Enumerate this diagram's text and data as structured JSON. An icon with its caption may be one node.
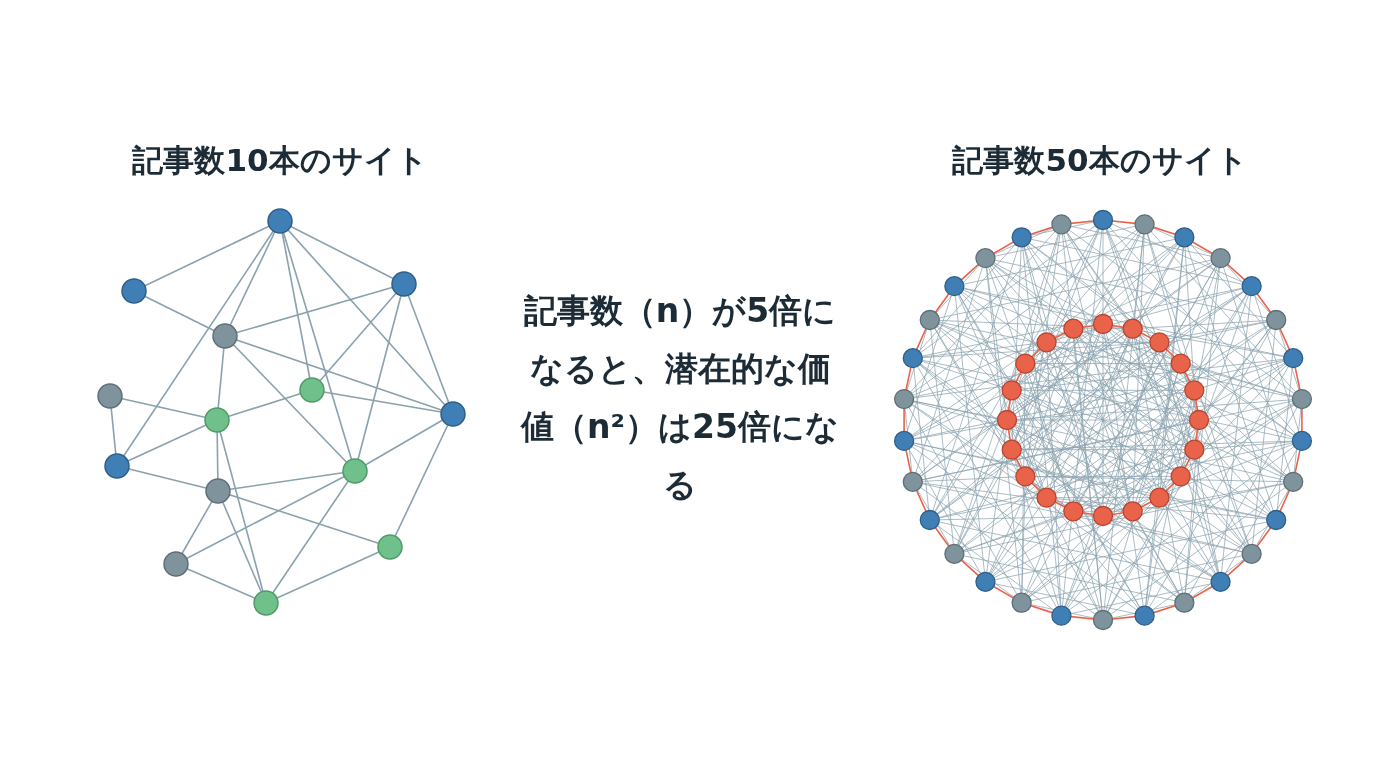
{
  "diagram": {
    "labels": [
      "記事数10本のサイト",
      "記事数50本のサイト",
      "記事数（n）が5倍になると、潜在的な価値（n²）は25倍になる"
    ]
  }
}
